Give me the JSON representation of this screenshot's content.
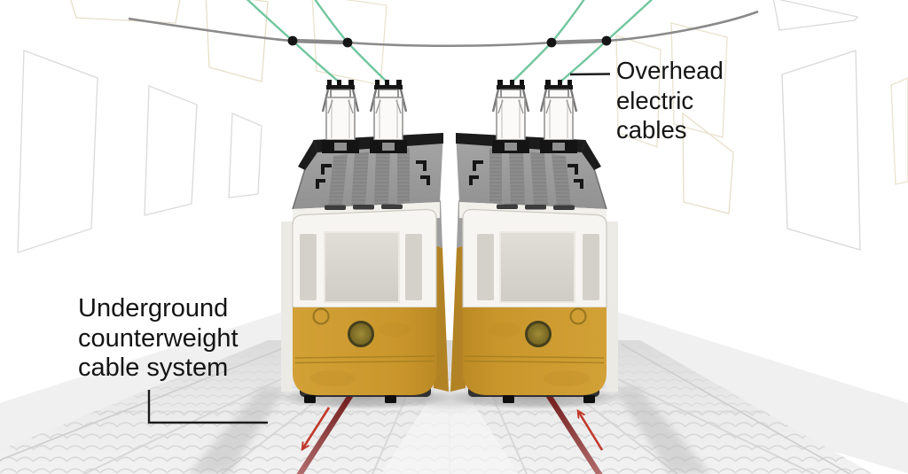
{
  "page": {
    "background": "#ffffff"
  },
  "labels": {
    "overhead": {
      "text": "Overhead\nelectric\ncables"
    },
    "underground": {
      "text": "Underground\ncounterweight\ncable system"
    }
  },
  "scene": {
    "tram_count": 2,
    "pantographs_per_tram": 2,
    "colors": {
      "tram_body_yellow": "#CC9A2E",
      "tram_roof_gray": "#9B9B9B",
      "overhead_cable_green": "#72C69E",
      "span_wire_gray": "#8A8A8A",
      "counterweight_cable_red": "#7C1A1A",
      "arrow_red": "#C1392B",
      "label_text": "#141414"
    },
    "arrows": [
      {
        "side": "left",
        "direction": "down-away-from-tram"
      },
      {
        "side": "right",
        "direction": "up-toward-tram"
      }
    ]
  }
}
